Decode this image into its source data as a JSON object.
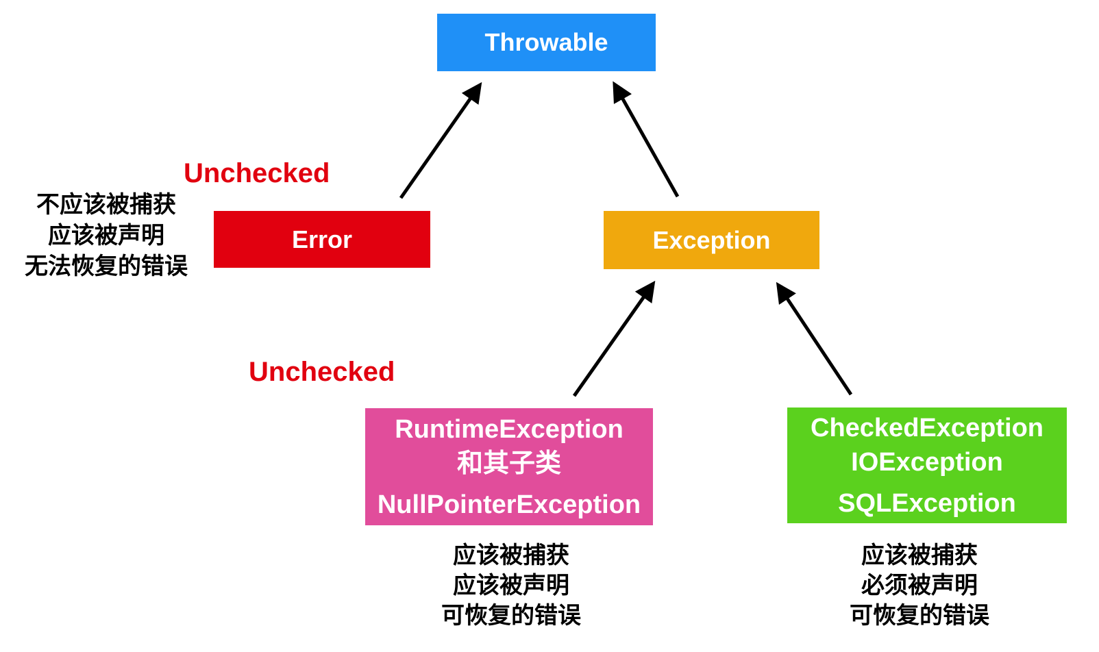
{
  "nodes": {
    "throwable": {
      "label": "Throwable",
      "color": "#1f90f7",
      "text_color": "#ffffff"
    },
    "error": {
      "label": "Error",
      "color": "#e1000f",
      "text_color": "#ffffff"
    },
    "exception": {
      "label": "Exception",
      "color": "#f0a80d",
      "text_color": "#ffffff"
    },
    "runtime": {
      "lines": [
        "RuntimeException",
        "和其子类",
        "NullPointerException"
      ],
      "color": "#e14d9b",
      "text_color": "#ffffff"
    },
    "checked": {
      "lines": [
        "CheckedException",
        "IOException",
        "SQLException"
      ],
      "color": "#5bd11e",
      "text_color": "#ffffff"
    }
  },
  "edges": [
    {
      "from": "Error",
      "to": "Throwable"
    },
    {
      "from": "Exception",
      "to": "Throwable"
    },
    {
      "from": "RuntimeException",
      "to": "Exception"
    },
    {
      "from": "CheckedException",
      "to": "Exception"
    }
  ],
  "annotations": {
    "unchecked_error": {
      "text": "Unchecked",
      "color": "#e1000f"
    },
    "unchecked_runtime": {
      "text": "Unchecked",
      "color": "#e1000f"
    },
    "error_note": {
      "lines": [
        "不应该被捕获",
        "应该被声明",
        "无法恢复的错误"
      ]
    },
    "runtime_note": {
      "lines": [
        "应该被捕获",
        "应该被声明",
        "可恢复的错误"
      ]
    },
    "checked_note": {
      "lines": [
        "应该被捕获",
        "必须被声明",
        "可恢复的错误"
      ]
    }
  }
}
